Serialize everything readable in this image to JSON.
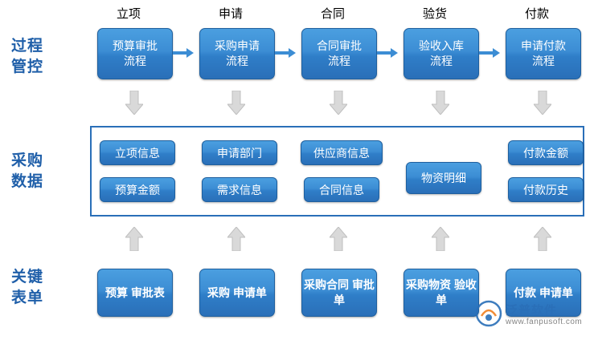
{
  "rows": {
    "process": "过程\n管控",
    "process_line1": "过程",
    "process_line2": "管控",
    "data_line1": "采购",
    "data_line2": "数据",
    "form_line1": "关键",
    "form_line2": "表单"
  },
  "columns": [
    {
      "header": "立项"
    },
    {
      "header": "申请"
    },
    {
      "header": "合同"
    },
    {
      "header": "验货"
    },
    {
      "header": "付款"
    }
  ],
  "process_boxes": [
    {
      "line1": "预算审批",
      "line2": "流程"
    },
    {
      "line1": "采购申请",
      "line2": "流程"
    },
    {
      "line1": "合同审批",
      "line2": "流程"
    },
    {
      "line1": "验收入库",
      "line2": "流程"
    },
    {
      "line1": "申请付款",
      "line2": "流程"
    }
  ],
  "data_boxes": [
    {
      "label": "立项信息"
    },
    {
      "label": "申请部门"
    },
    {
      "label": "供应商信息"
    },
    {
      "label": "付款金额"
    },
    {
      "label": "预算金额"
    },
    {
      "label": "需求信息"
    },
    {
      "label": "合同信息"
    },
    {
      "label": "物资明细"
    },
    {
      "label": "付款历史"
    }
  ],
  "form_boxes": [
    {
      "line1": "预算",
      "line2": "审批表"
    },
    {
      "line1": "采购",
      "line2": "申请单"
    },
    {
      "line1": "采购合同",
      "line2": "审批单"
    },
    {
      "line1": "采购物资",
      "line2": "验收单"
    },
    {
      "line1": "付款",
      "line2": "申请单"
    }
  ],
  "watermark": {
    "title": "泛普软件",
    "subtitle": "www.fanpusoft.com"
  },
  "colors": {
    "box_top": "#4b9fe0",
    "box_bottom": "#2a6fb8",
    "label_blue": "#1f5fa9",
    "arrow_grey": "#d4d4d4",
    "arrow_blue": "#3c8dd4"
  }
}
